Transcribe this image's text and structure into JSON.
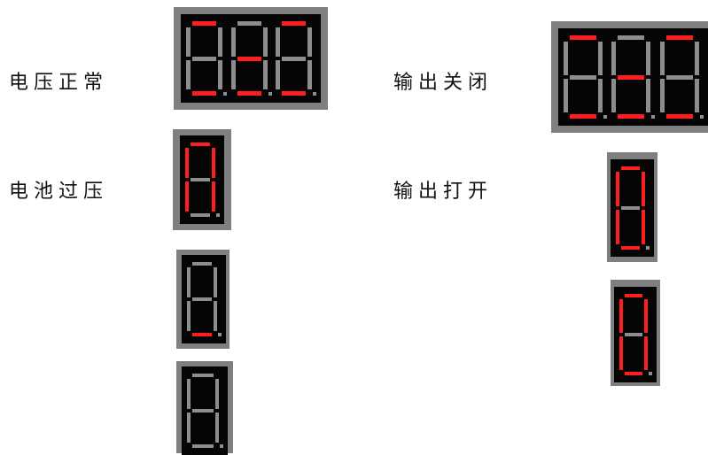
{
  "labels": {
    "voltage_normal": "电压正常",
    "battery_overvoltage": "电池过压",
    "output_off": "输出关闭",
    "output_on": "输出打开"
  },
  "colors": {
    "segment_on": "#ff1e1e",
    "segment_off": "#8e8e8e",
    "face": "#050505",
    "frame": "#7f7f7f"
  },
  "displays": [
    {
      "id": "display-voltage-normal",
      "digits": [
        {
          "on": [
            "a",
            "d"
          ]
        },
        {
          "on": [
            "d",
            "g"
          ]
        },
        {
          "on": [
            "a",
            "d"
          ]
        }
      ]
    },
    {
      "id": "display-battery-overvoltage",
      "digits": [
        {
          "on": [
            "a",
            "b",
            "c",
            "e",
            "f"
          ]
        }
      ]
    },
    {
      "id": "display-small-a",
      "digits": [
        {
          "on": [
            "d"
          ]
        }
      ]
    },
    {
      "id": "display-small-b",
      "digits": [
        {
          "on": []
        }
      ]
    },
    {
      "id": "display-output-off",
      "digits": [
        {
          "on": [
            "a",
            "d"
          ]
        },
        {
          "on": [
            "d",
            "g"
          ]
        },
        {
          "on": [
            "a",
            "d"
          ]
        }
      ]
    },
    {
      "id": "display-output-on",
      "digits": [
        {
          "on": [
            "a",
            "b",
            "c",
            "d",
            "e",
            "f"
          ]
        }
      ]
    },
    {
      "id": "display-small-c",
      "digits": [
        {
          "on": [
            "a",
            "b",
            "c",
            "d",
            "e",
            "f"
          ]
        }
      ]
    }
  ]
}
